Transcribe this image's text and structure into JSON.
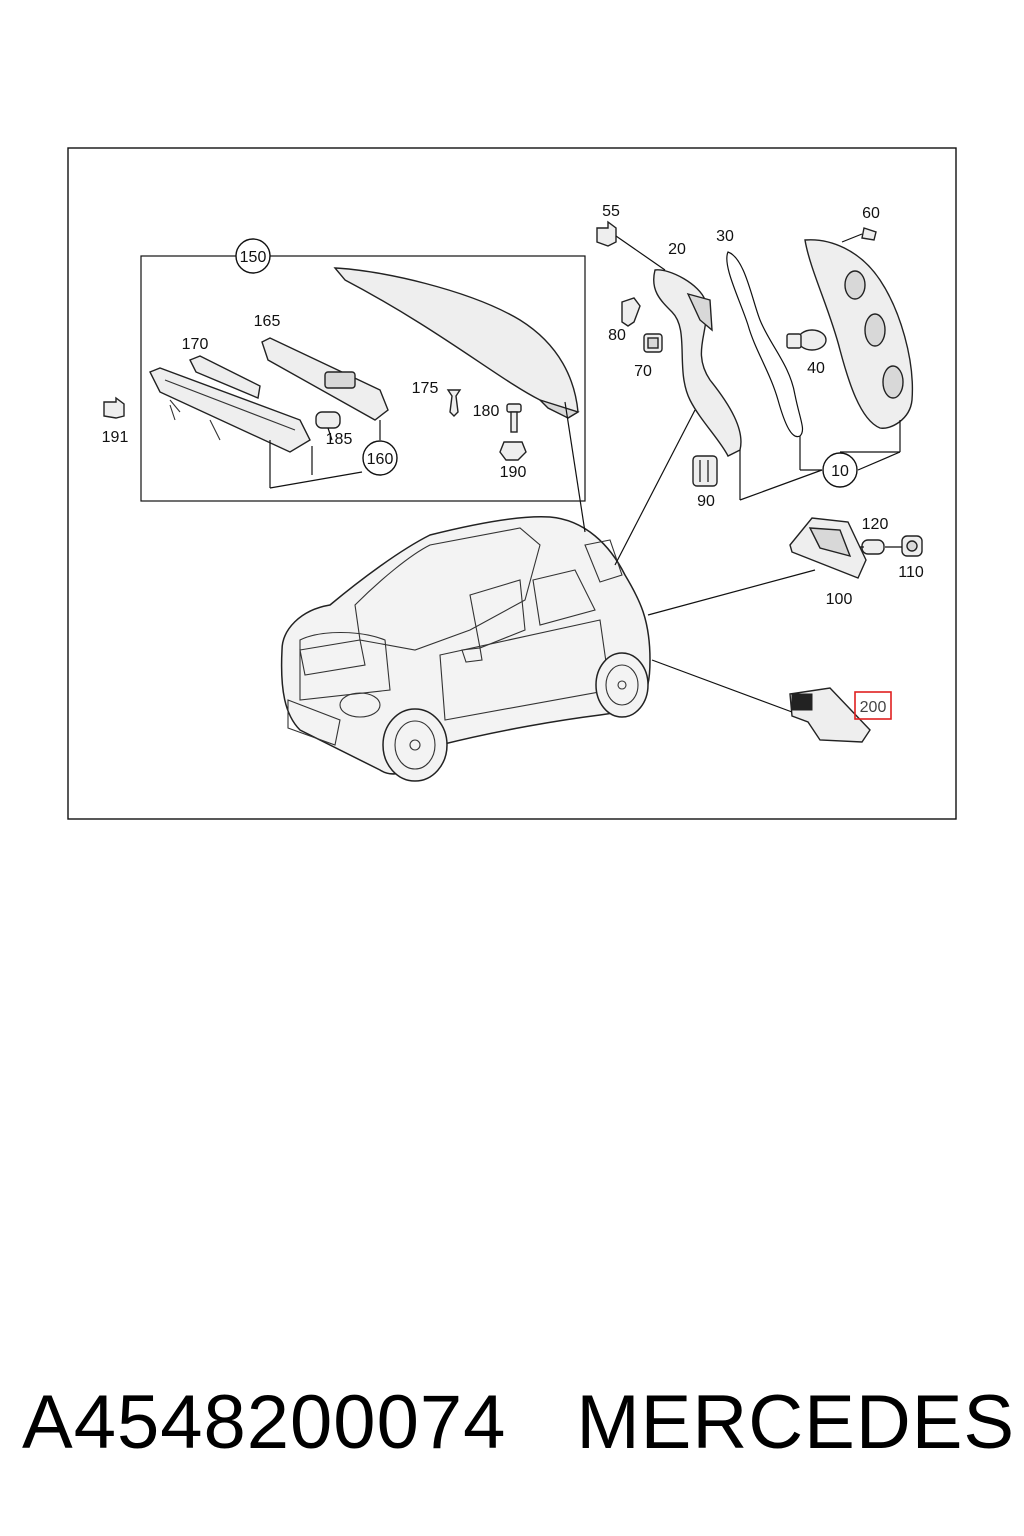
{
  "diagram": {
    "callouts": {
      "c10": "10",
      "c20": "20",
      "c30": "30",
      "c40": "40",
      "c55": "55",
      "c60": "60",
      "c70": "70",
      "c80": "80",
      "c90": "90",
      "c100": "100",
      "c110": "110",
      "c120": "120",
      "c150": "150",
      "c160": "160",
      "c165": "165",
      "c170": "170",
      "c175": "175",
      "c180": "180",
      "c185": "185",
      "c190": "190",
      "c191": "191",
      "c200": "200"
    },
    "highlight_color": "#e02020"
  },
  "footer": {
    "part_number": "A4548200074",
    "brand": "MERCEDES"
  }
}
